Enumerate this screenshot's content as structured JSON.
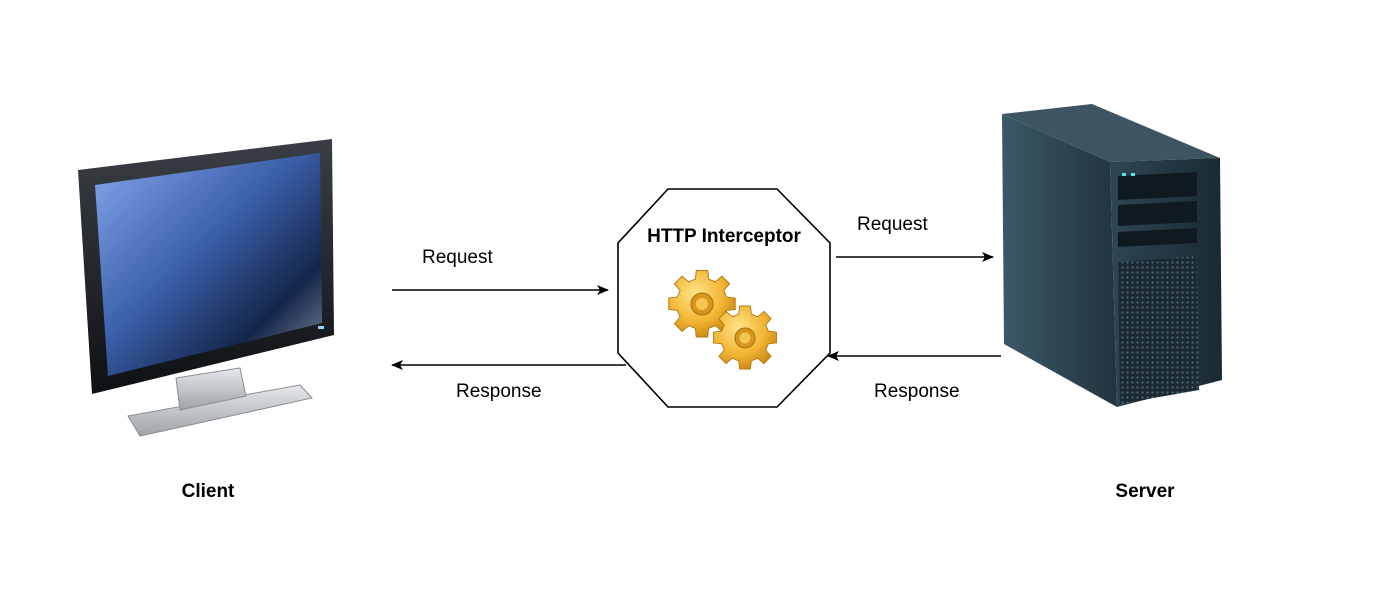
{
  "nodes": {
    "client": {
      "label": "Client",
      "icon": "monitor-icon"
    },
    "interceptor": {
      "label": "HTTP Interceptor",
      "icon": "gears-icon"
    },
    "server": {
      "label": "Server",
      "icon": "server-tower-icon"
    }
  },
  "edges": {
    "client_to_interceptor": {
      "label": "Request"
    },
    "interceptor_to_client": {
      "label": "Response"
    },
    "interceptor_to_server": {
      "label": "Request"
    },
    "server_to_interceptor": {
      "label": "Response"
    }
  },
  "colors": {
    "screen_blue": "#7a9ee6",
    "screen_dark": "#0c1a33",
    "gear_gold": "#f2b533",
    "server_body": "#1f2f3a",
    "stroke": "#000000"
  }
}
